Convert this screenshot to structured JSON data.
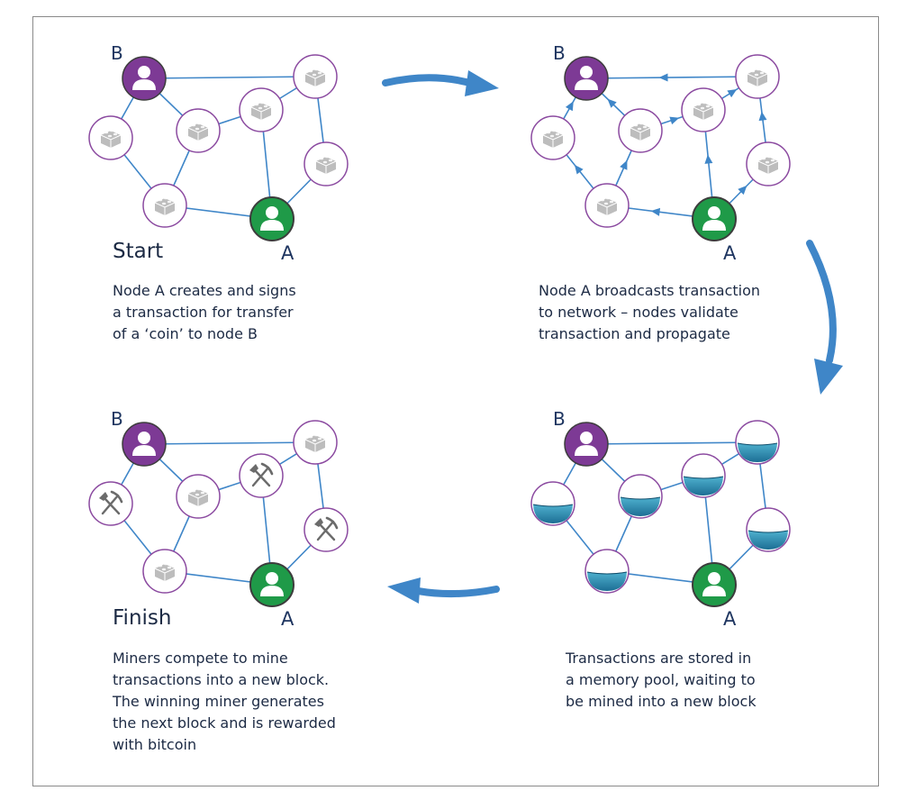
{
  "colors": {
    "edge": "#3f86c8",
    "node_ring": "#8b4aa0",
    "node_b_fill": "#7d3a95",
    "node_a_fill": "#1f9a48",
    "node_a_ring": "#3c3c3c",
    "block_icon": "#bdbdbd",
    "flow_arrow": "#3f86c8",
    "pool_dark": "#1c6e94",
    "pool_light": "#4fb1cf",
    "text": "#1c2a44",
    "node_letter": "#1e3560"
  },
  "node_labels": {
    "a": "A",
    "b": "B"
  },
  "icons": {
    "sender": "person-icon",
    "receiver": "person-icon",
    "network_node": "block-icon",
    "miner": "pickaxe-shovel-icon",
    "memory_pool": "pool-bowl-icon",
    "flow": "curved-arrow-icon"
  },
  "panels": [
    {
      "heading": "Start",
      "caption": "Node A creates and signs\na transaction for transfer\nof a ‘coin’ to node B"
    },
    {
      "heading": "",
      "caption": "Node A broadcasts transaction\nto network – nodes validate\ntransaction and propagate"
    },
    {
      "heading": "",
      "caption": "Transactions are stored in\na memory pool, waiting to\nbe mined into a new block"
    },
    {
      "heading": "Finish",
      "caption": "Miners compete to mine\ntransactions into a new block.\nThe winning miner generates\nthe next block and is rewarded\nwith bitcoin"
    }
  ]
}
